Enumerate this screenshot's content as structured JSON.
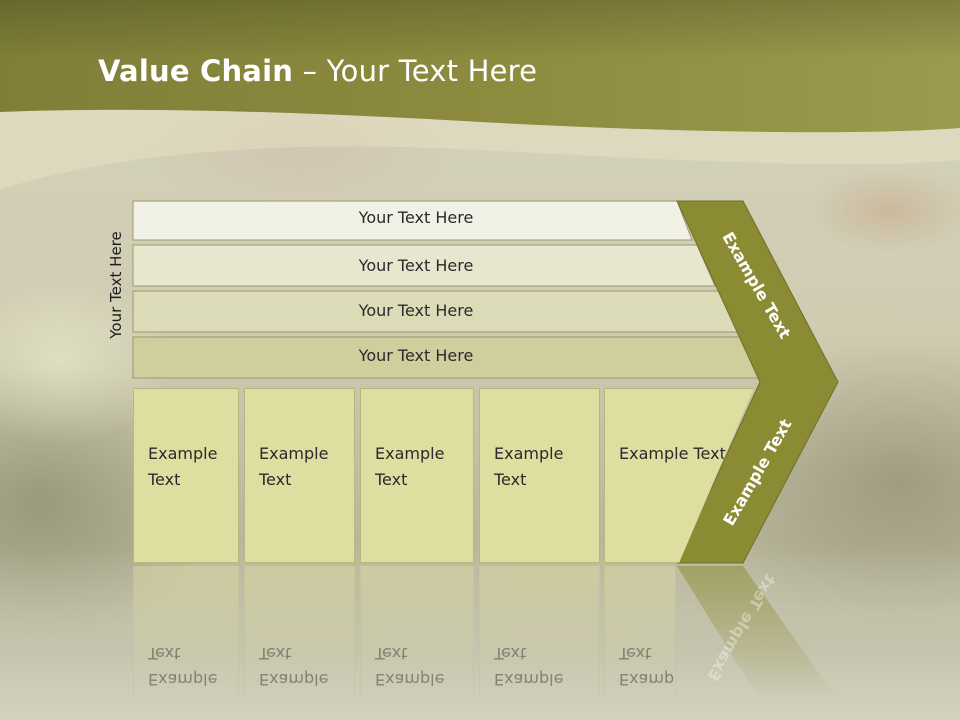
{
  "slide": {
    "title_bold": "Value Chain",
    "title_rest": " – Your Text Here",
    "vertical_label": "Your Text Here",
    "rows": [
      "Your Text Here",
      "Your Text Here",
      "Your Text Here",
      "Your Text Here"
    ],
    "boxes": [
      "Example Text",
      "Example Text",
      "Example Text",
      "Example Text",
      "Example Text"
    ],
    "arrow_top_label": "Example Text",
    "arrow_bottom_label": "Example Text"
  },
  "colors": {
    "header": "#8a8a3a",
    "arrow": "#8b8b33",
    "box": "#dfdea1",
    "row_fills": [
      "#f1f1e6",
      "#e7e6cf",
      "#dcdbb8",
      "#cfce9c"
    ]
  }
}
